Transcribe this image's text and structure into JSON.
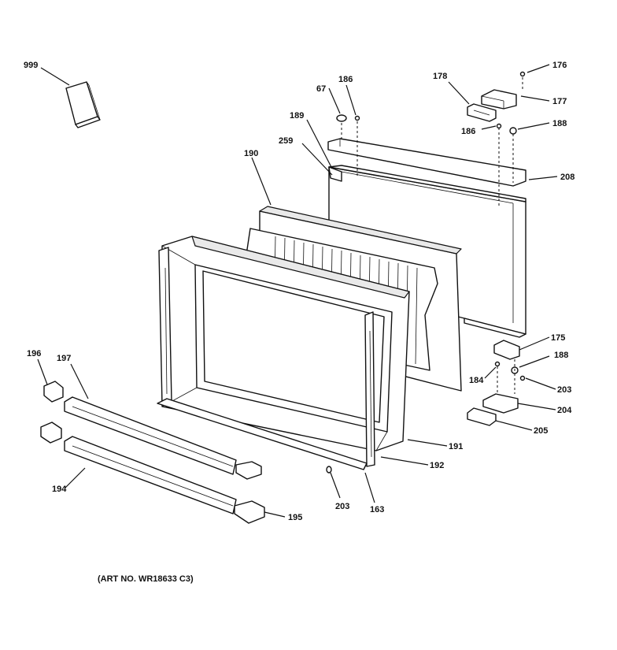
{
  "callouts": [
    {
      "id": "c999",
      "label": "999"
    },
    {
      "id": "c67",
      "label": "67"
    },
    {
      "id": "c186a",
      "label": "186"
    },
    {
      "id": "c178",
      "label": "178"
    },
    {
      "id": "c176",
      "label": "176"
    },
    {
      "id": "c177",
      "label": "177"
    },
    {
      "id": "c186b",
      "label": "186"
    },
    {
      "id": "c188a",
      "label": "188"
    },
    {
      "id": "c189",
      "label": "189"
    },
    {
      "id": "c259",
      "label": "259"
    },
    {
      "id": "c190",
      "label": "190"
    },
    {
      "id": "c208",
      "label": "208"
    },
    {
      "id": "c175",
      "label": "175"
    },
    {
      "id": "c188b",
      "label": "188"
    },
    {
      "id": "c184",
      "label": "184"
    },
    {
      "id": "c203a",
      "label": "203"
    },
    {
      "id": "c204",
      "label": "204"
    },
    {
      "id": "c205",
      "label": "205"
    },
    {
      "id": "c196",
      "label": "196"
    },
    {
      "id": "c197",
      "label": "197"
    },
    {
      "id": "c191",
      "label": "191"
    },
    {
      "id": "c192",
      "label": "192"
    },
    {
      "id": "c194",
      "label": "194"
    },
    {
      "id": "c203b",
      "label": "203"
    },
    {
      "id": "c163",
      "label": "163"
    },
    {
      "id": "c195",
      "label": "195"
    }
  ],
  "art_number": "(ART NO. WR18633 C3)"
}
